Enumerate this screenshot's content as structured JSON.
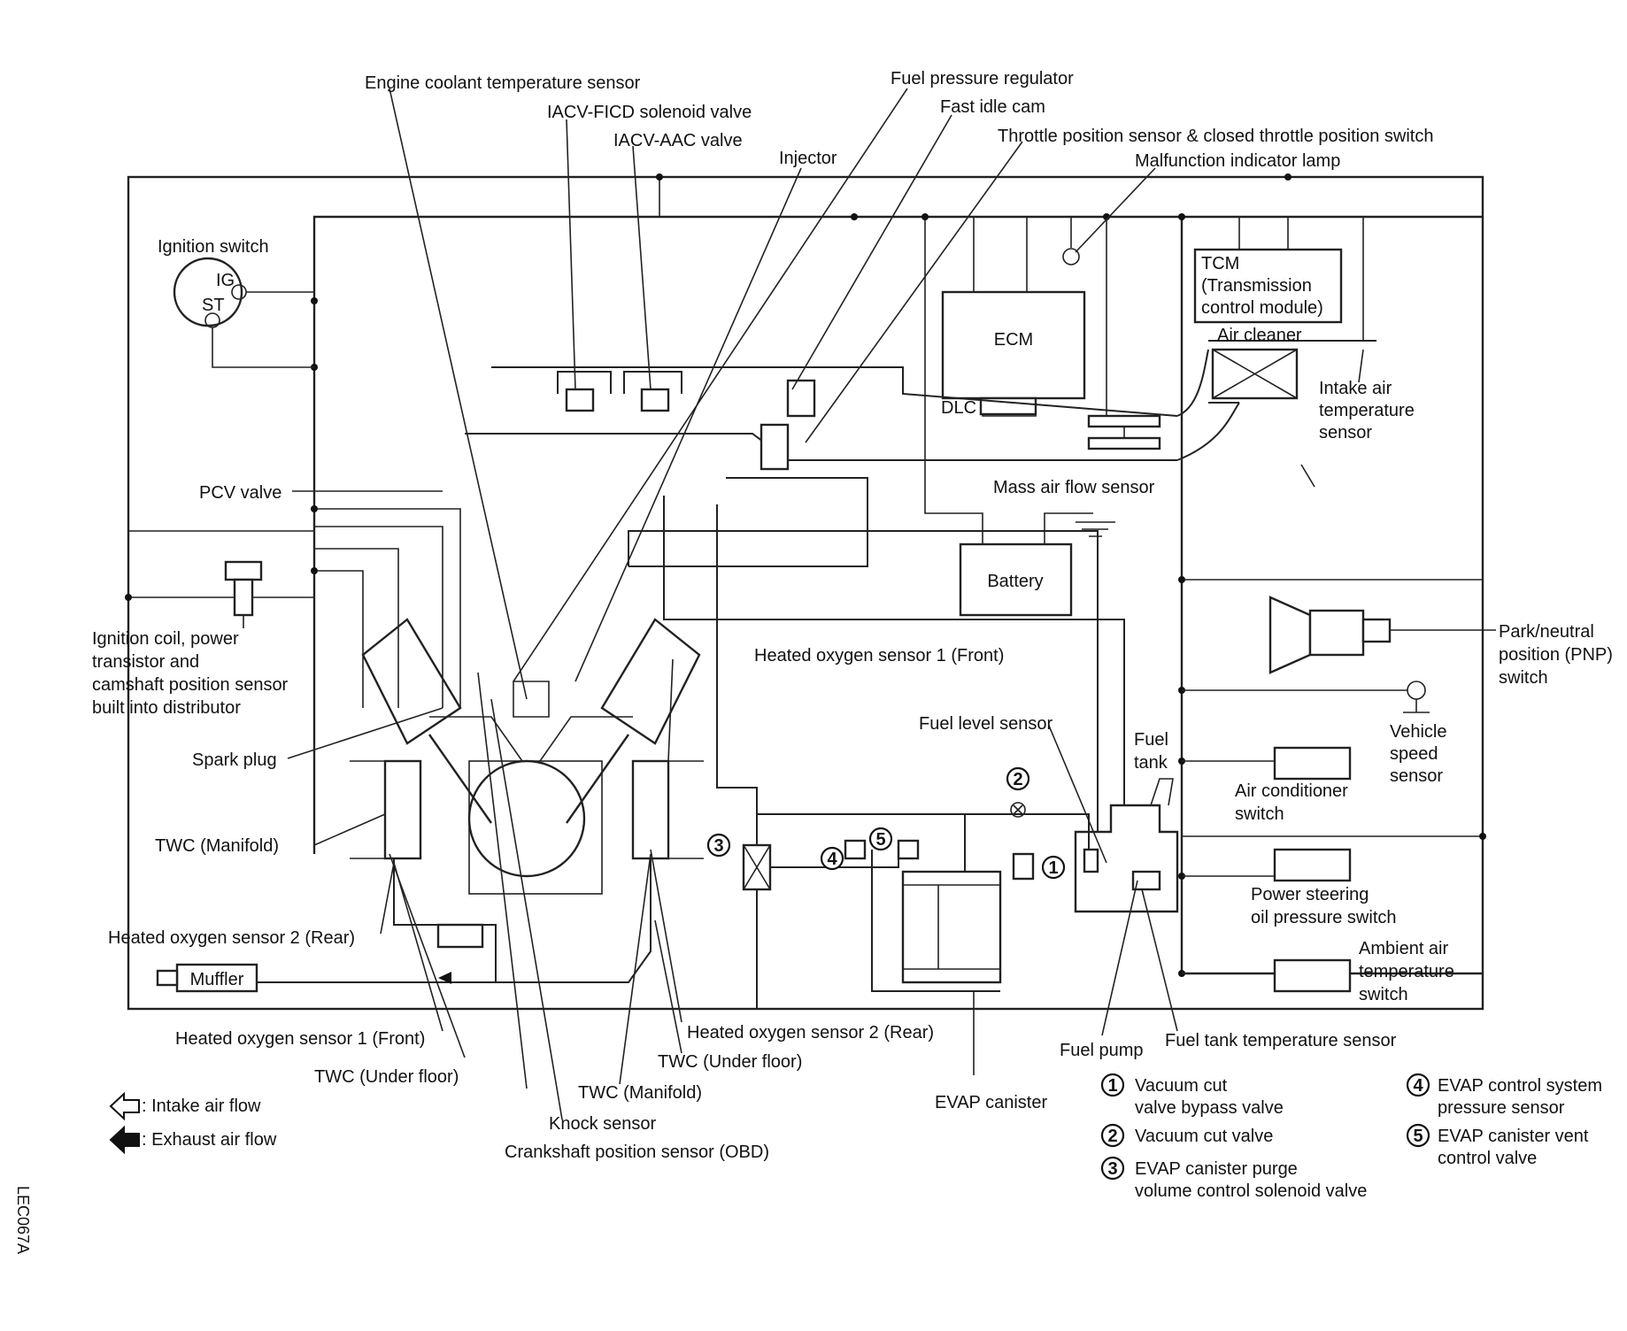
{
  "labels": {
    "engine_coolant_temperature_sensor": "Engine coolant temperature sensor",
    "iacv_ficd_solenoid_valve": "IACV-FICD solenoid valve",
    "iacv_aac_valve": "IACV-AAC valve",
    "injector": "Injector",
    "fuel_pressure_regulator": "Fuel pressure regulator",
    "fast_idle_cam": "Fast idle cam",
    "throttle_position_sensor": "Throttle position sensor & closed throttle position switch",
    "malfunction_indicator_lamp": "Malfunction indicator lamp",
    "ignition_switch": "Ignition switch",
    "ig": "IG",
    "st": "ST",
    "tcm_line1": "TCM",
    "tcm_line2": "(Transmission",
    "tcm_line3": "control module)",
    "ecm": "ECM",
    "dlc": "DLC",
    "air_cleaner": "Air cleaner",
    "intake_air_temp_line1": "Intake air",
    "intake_air_temp_line2": "temperature",
    "intake_air_temp_line3": "sensor",
    "mass_air_flow_sensor": "Mass air flow sensor",
    "pcv_valve": "PCV valve",
    "battery": "Battery",
    "ignition_coil_line1": "Ignition coil, power",
    "ignition_coil_line2": "transistor and",
    "ignition_coil_line3": "camshaft position sensor",
    "ignition_coil_line4": "built into distributor",
    "heated_o2_front_top": "Heated oxygen sensor 1 (Front)",
    "park_neutral_line1": "Park/neutral",
    "park_neutral_line2": "position (PNP)",
    "park_neutral_line3": "switch",
    "fuel_level_sensor": "Fuel level sensor",
    "vehicle_speed_line1": "Vehicle",
    "vehicle_speed_line2": "speed",
    "vehicle_speed_line3": "sensor",
    "spark_plug": "Spark plug",
    "fuel_tank_line1": "Fuel",
    "fuel_tank_line2": "tank",
    "air_conditioner_line1": "Air conditioner",
    "air_conditioner_line2": "switch",
    "twc_manifold_left": "TWC (Manifold)",
    "power_steering_line1": "Power steering",
    "power_steering_line2": "oil pressure switch",
    "heated_o2_rear_left": "Heated oxygen sensor 2 (Rear)",
    "ambient_line1": "Ambient air",
    "ambient_line2": "temperature",
    "ambient_line3": "switch",
    "muffler": "Muffler",
    "heated_o2_front_bottom": "Heated oxygen sensor 1 (Front)",
    "heated_o2_rear_right": "Heated oxygen sensor 2 (Rear)",
    "fuel_pump": "Fuel pump",
    "fuel_tank_temp_sensor": "Fuel tank temperature sensor",
    "twc_under_floor_left": "TWC (Under floor)",
    "twc_under_floor_right": "TWC (Under floor)",
    "twc_manifold_bottom": "TWC (Manifold)",
    "evap_canister": "EVAP canister",
    "knock_sensor": "Knock sensor",
    "crankshaft_position_sensor": "Crankshaft position sensor (OBD)",
    "intake_air_flow": ": Intake air flow",
    "exhaust_air_flow": ": Exhaust air flow",
    "diagram_code": "LEC067A"
  },
  "numbered_items": [
    {
      "num": "1",
      "line1": "Vacuum cut",
      "line2": "valve bypass valve"
    },
    {
      "num": "2",
      "line1": "Vacuum cut valve",
      "line2": ""
    },
    {
      "num": "3",
      "line1": "EVAP canister purge",
      "line2": "volume control solenoid valve"
    },
    {
      "num": "4",
      "line1": "EVAP control system",
      "line2": "pressure sensor"
    },
    {
      "num": "5",
      "line1": "EVAP canister vent",
      "line2": "control valve"
    }
  ]
}
